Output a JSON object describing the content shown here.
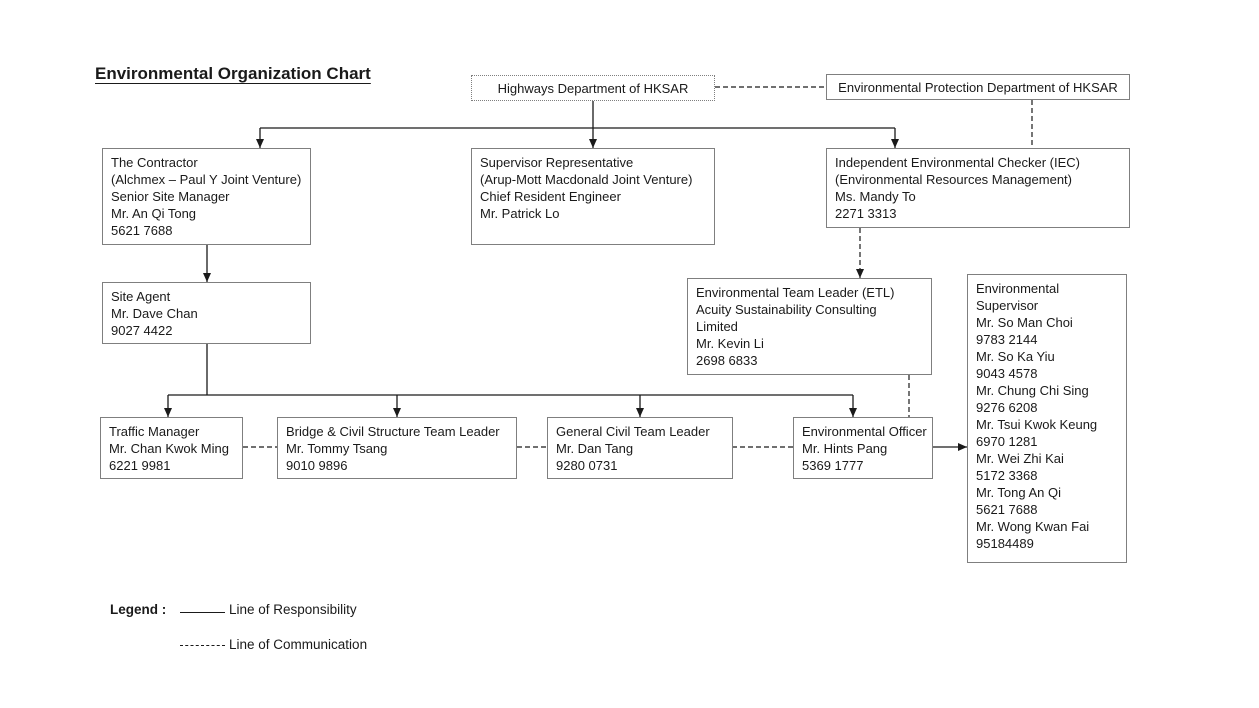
{
  "title": "Environmental Organization Chart",
  "nodes": {
    "highways": {
      "label": "Highways Department of HKSAR"
    },
    "epd": {
      "label": "Environmental Protection Department of HKSAR"
    },
    "contractor": {
      "label": "The Contractor\n(Alchmex – Paul Y Joint Venture)\nSenior Site Manager\nMr. An Qi Tong\n5621 7688"
    },
    "supervisor_rep": {
      "label": "Supervisor Representative\n(Arup-Mott Macdonald Joint Venture)\nChief Resident Engineer\nMr. Patrick Lo"
    },
    "iec": {
      "label": "Independent Environmental Checker (IEC)\n(Environmental Resources Management)\nMs. Mandy To\n2271 3313"
    },
    "site_agent": {
      "label": "Site Agent\nMr. Dave Chan\n9027 4422"
    },
    "etl": {
      "label": "Environmental Team Leader (ETL)\nAcuity Sustainability Consulting\nLimited\nMr. Kevin Li\n2698 6833"
    },
    "environmental_supervisor": {
      "label": "Environmental\nSupervisor\nMr. So Man Choi\n9783 2144\nMr. So Ka Yiu\n9043 4578\nMr. Chung Chi Sing\n9276 6208\nMr. Tsui Kwok Keung\n6970 1281\nMr. Wei Zhi Kai\n5172 3368\nMr. Tong An Qi\n5621 7688\nMr. Wong Kwan Fai\n95184489"
    },
    "traffic_manager": {
      "label": "Traffic Manager\nMr. Chan Kwok Ming\n6221 9981"
    },
    "bridge_leader": {
      "label": "Bridge & Civil Structure Team Leader\nMr. Tommy Tsang\n9010 9896"
    },
    "general_civil_leader": {
      "label": "General Civil Team Leader\nMr. Dan Tang\n9280 0731"
    },
    "environmental_officer": {
      "label": "Environmental Officer\nMr. Hints Pang\n5369 1777"
    }
  },
  "edges": [
    {
      "from": "highways",
      "to": "contractor",
      "type": "responsibility"
    },
    {
      "from": "highways",
      "to": "supervisor_rep",
      "type": "responsibility"
    },
    {
      "from": "highways",
      "to": "iec",
      "type": "responsibility"
    },
    {
      "from": "highways",
      "to": "epd",
      "type": "communication"
    },
    {
      "from": "epd",
      "to": "iec",
      "type": "communication"
    },
    {
      "from": "contractor",
      "to": "site_agent",
      "type": "responsibility"
    },
    {
      "from": "site_agent",
      "to": "traffic_manager",
      "type": "responsibility"
    },
    {
      "from": "site_agent",
      "to": "bridge_leader",
      "type": "responsibility"
    },
    {
      "from": "site_agent",
      "to": "general_civil_leader",
      "type": "responsibility"
    },
    {
      "from": "site_agent",
      "to": "environmental_officer",
      "type": "responsibility"
    },
    {
      "from": "iec",
      "to": "etl",
      "type": "communication"
    },
    {
      "from": "etl",
      "to": "environmental_officer",
      "type": "communication"
    },
    {
      "from": "traffic_manager",
      "to": "bridge_leader",
      "type": "communication"
    },
    {
      "from": "bridge_leader",
      "to": "general_civil_leader",
      "type": "communication"
    },
    {
      "from": "general_civil_leader",
      "to": "environmental_officer",
      "type": "communication"
    },
    {
      "from": "environmental_officer",
      "to": "environmental_supervisor",
      "type": "responsibility"
    }
  ],
  "legend": {
    "label": "Legend :",
    "responsibility_label": "Line of Responsibility",
    "communication_label": "Line of Communication"
  },
  "colors": {
    "background": "#ffffff",
    "text": "#1a1a1a",
    "box_border": "#7f7f7f",
    "line": "#1a1a1a"
  }
}
